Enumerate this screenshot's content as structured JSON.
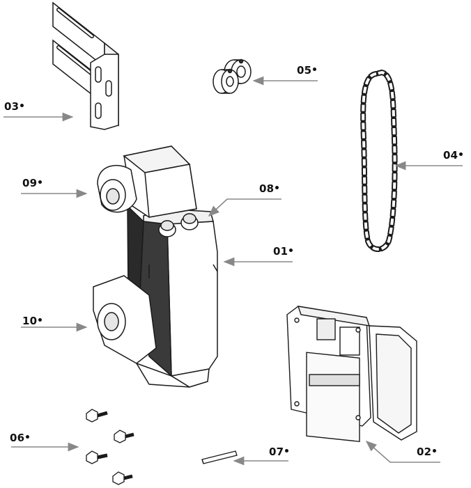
{
  "labels": {
    "p01": "01",
    "p02": "02",
    "p03": "03",
    "p04": "04",
    "p05": "05",
    "p06": "06",
    "p07": "07",
    "p08": "08",
    "p09": "09",
    "p10": "10"
  },
  "colors": {
    "line": "#1a1a1a",
    "leader": "#888888",
    "shade": "#d9d9d9",
    "dark": "#333333"
  }
}
